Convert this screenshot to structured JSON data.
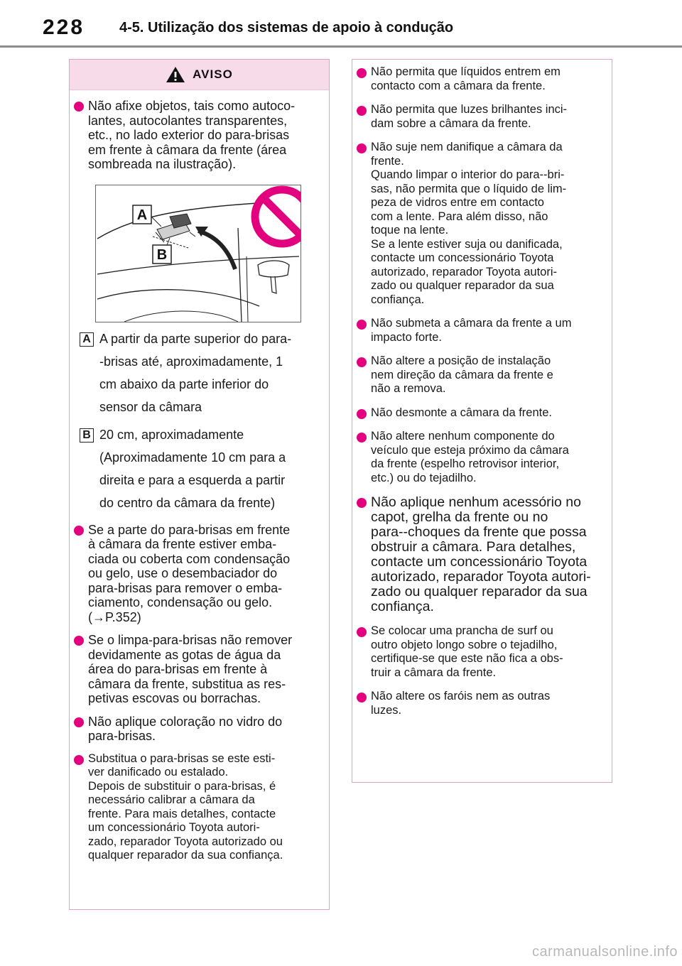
{
  "header": {
    "page_number": "228",
    "section_title": "4-5. Utilização dos sistemas de apoio à condução"
  },
  "left_panel": {
    "aviso_label": "AVISO",
    "item1": "Não afixe objetos, tais como autoco-\nlantes, autocolantes transparentes,\netc., no lado exterior do para-brisas\nem frente à câmara da frente (área\nsombreada na ilustração).",
    "illustration": {
      "callout_a": "A",
      "callout_b": "B",
      "prohibition_color": "#e3007f"
    },
    "label_a": {
      "letter": "A",
      "lines": [
        "A partir da parte superior do para-",
        "-brisas até, aproximadamente, 1",
        "cm abaixo da parte inferior do",
        "sensor da câmara"
      ]
    },
    "label_b": {
      "letter": "B",
      "lines": [
        "20 cm, aproximadamente",
        "(Aproximadamente 10 cm para a",
        "direita e para a esquerda a partir",
        "do centro da câmara da frente)"
      ]
    },
    "item2": "Se a parte do para-brisas em frente\nà câmara da frente estiver emba-\nciada ou coberta com condensação\nou gelo, use o desembaciador do\npara-brisas para remover o emba-\nciamento, condensação ou gelo.\n(→P.352)",
    "item3": "Se o limpa-para-brisas não remover\ndevidamente as gotas de água da\nárea do para-brisas em frente à\ncâmara da frente, substitua as res-\npetivas escovas ou borrachas.",
    "item4": "Não aplique coloração no vidro do\npara-brisas.",
    "item5": "Substitua o para-brisas se este esti-\nver danificado ou estalado.\nDepois de substituir o para-brisas, é\nnecessário calibrar a câmara da\nfrente. Para mais detalhes, contacte\num concessionário Toyota autori-\nzado, reparador Toyota autorizado ou\nqualquer reparador da sua confiança."
  },
  "right_panel": {
    "item1": "Não permita que líquidos entrem em\ncontacto com a câmara da frente.",
    "item2": "Não permita que luzes brilhantes inci-\ndam sobre a câmara da frente.",
    "item3": "Não suje nem danifique a câmara da\nfrente.\nQuando limpar o interior do para--bri-\nsas, não permita que o líquido de lim-\npeza de vidros entre em contacto\ncom a lente. Para além disso, não\ntoque na lente.\nSe a lente estiver suja ou danificada,\ncontacte um concessionário Toyota\nautorizado, reparador Toyota autori-\nzado ou qualquer reparador da sua\nconfiança.",
    "item4": "Não submeta a câmara da frente a um\nimpacto forte.",
    "item5": "Não altere a posição de instalação\nnem direção da câmara da frente e\nnão a remova.",
    "item6": "Não desmonte a câmara da frente.",
    "item7": "Não altere nenhum componente do\nveículo que esteja próximo da câmara\nda frente (espelho retrovisor interior,\netc.) ou do tejadilho.",
    "item8": "Não aplique nenhum acessório no\ncapot, grelha da frente ou no\npara--choques da frente que possa\nobstruir a câmara. Para detalhes,\ncontacte um concessionário Toyota\nautorizado, reparador Toyota autori-\nzado ou qualquer reparador da sua\nconfiança.",
    "item9": "Se colocar uma prancha de surf ou\noutro objeto longo sobre o tejadilho,\ncertifique-se que este não fica a obs-\ntruir a câmara da frente.",
    "item10": "Não altere os faróis nem as outras\nluzes."
  },
  "watermark": "carmanualsonline.info",
  "colors": {
    "accent": "#e3007f",
    "panel_border": "#e2a1c4",
    "aviso_bg": "#f7dbe9"
  }
}
